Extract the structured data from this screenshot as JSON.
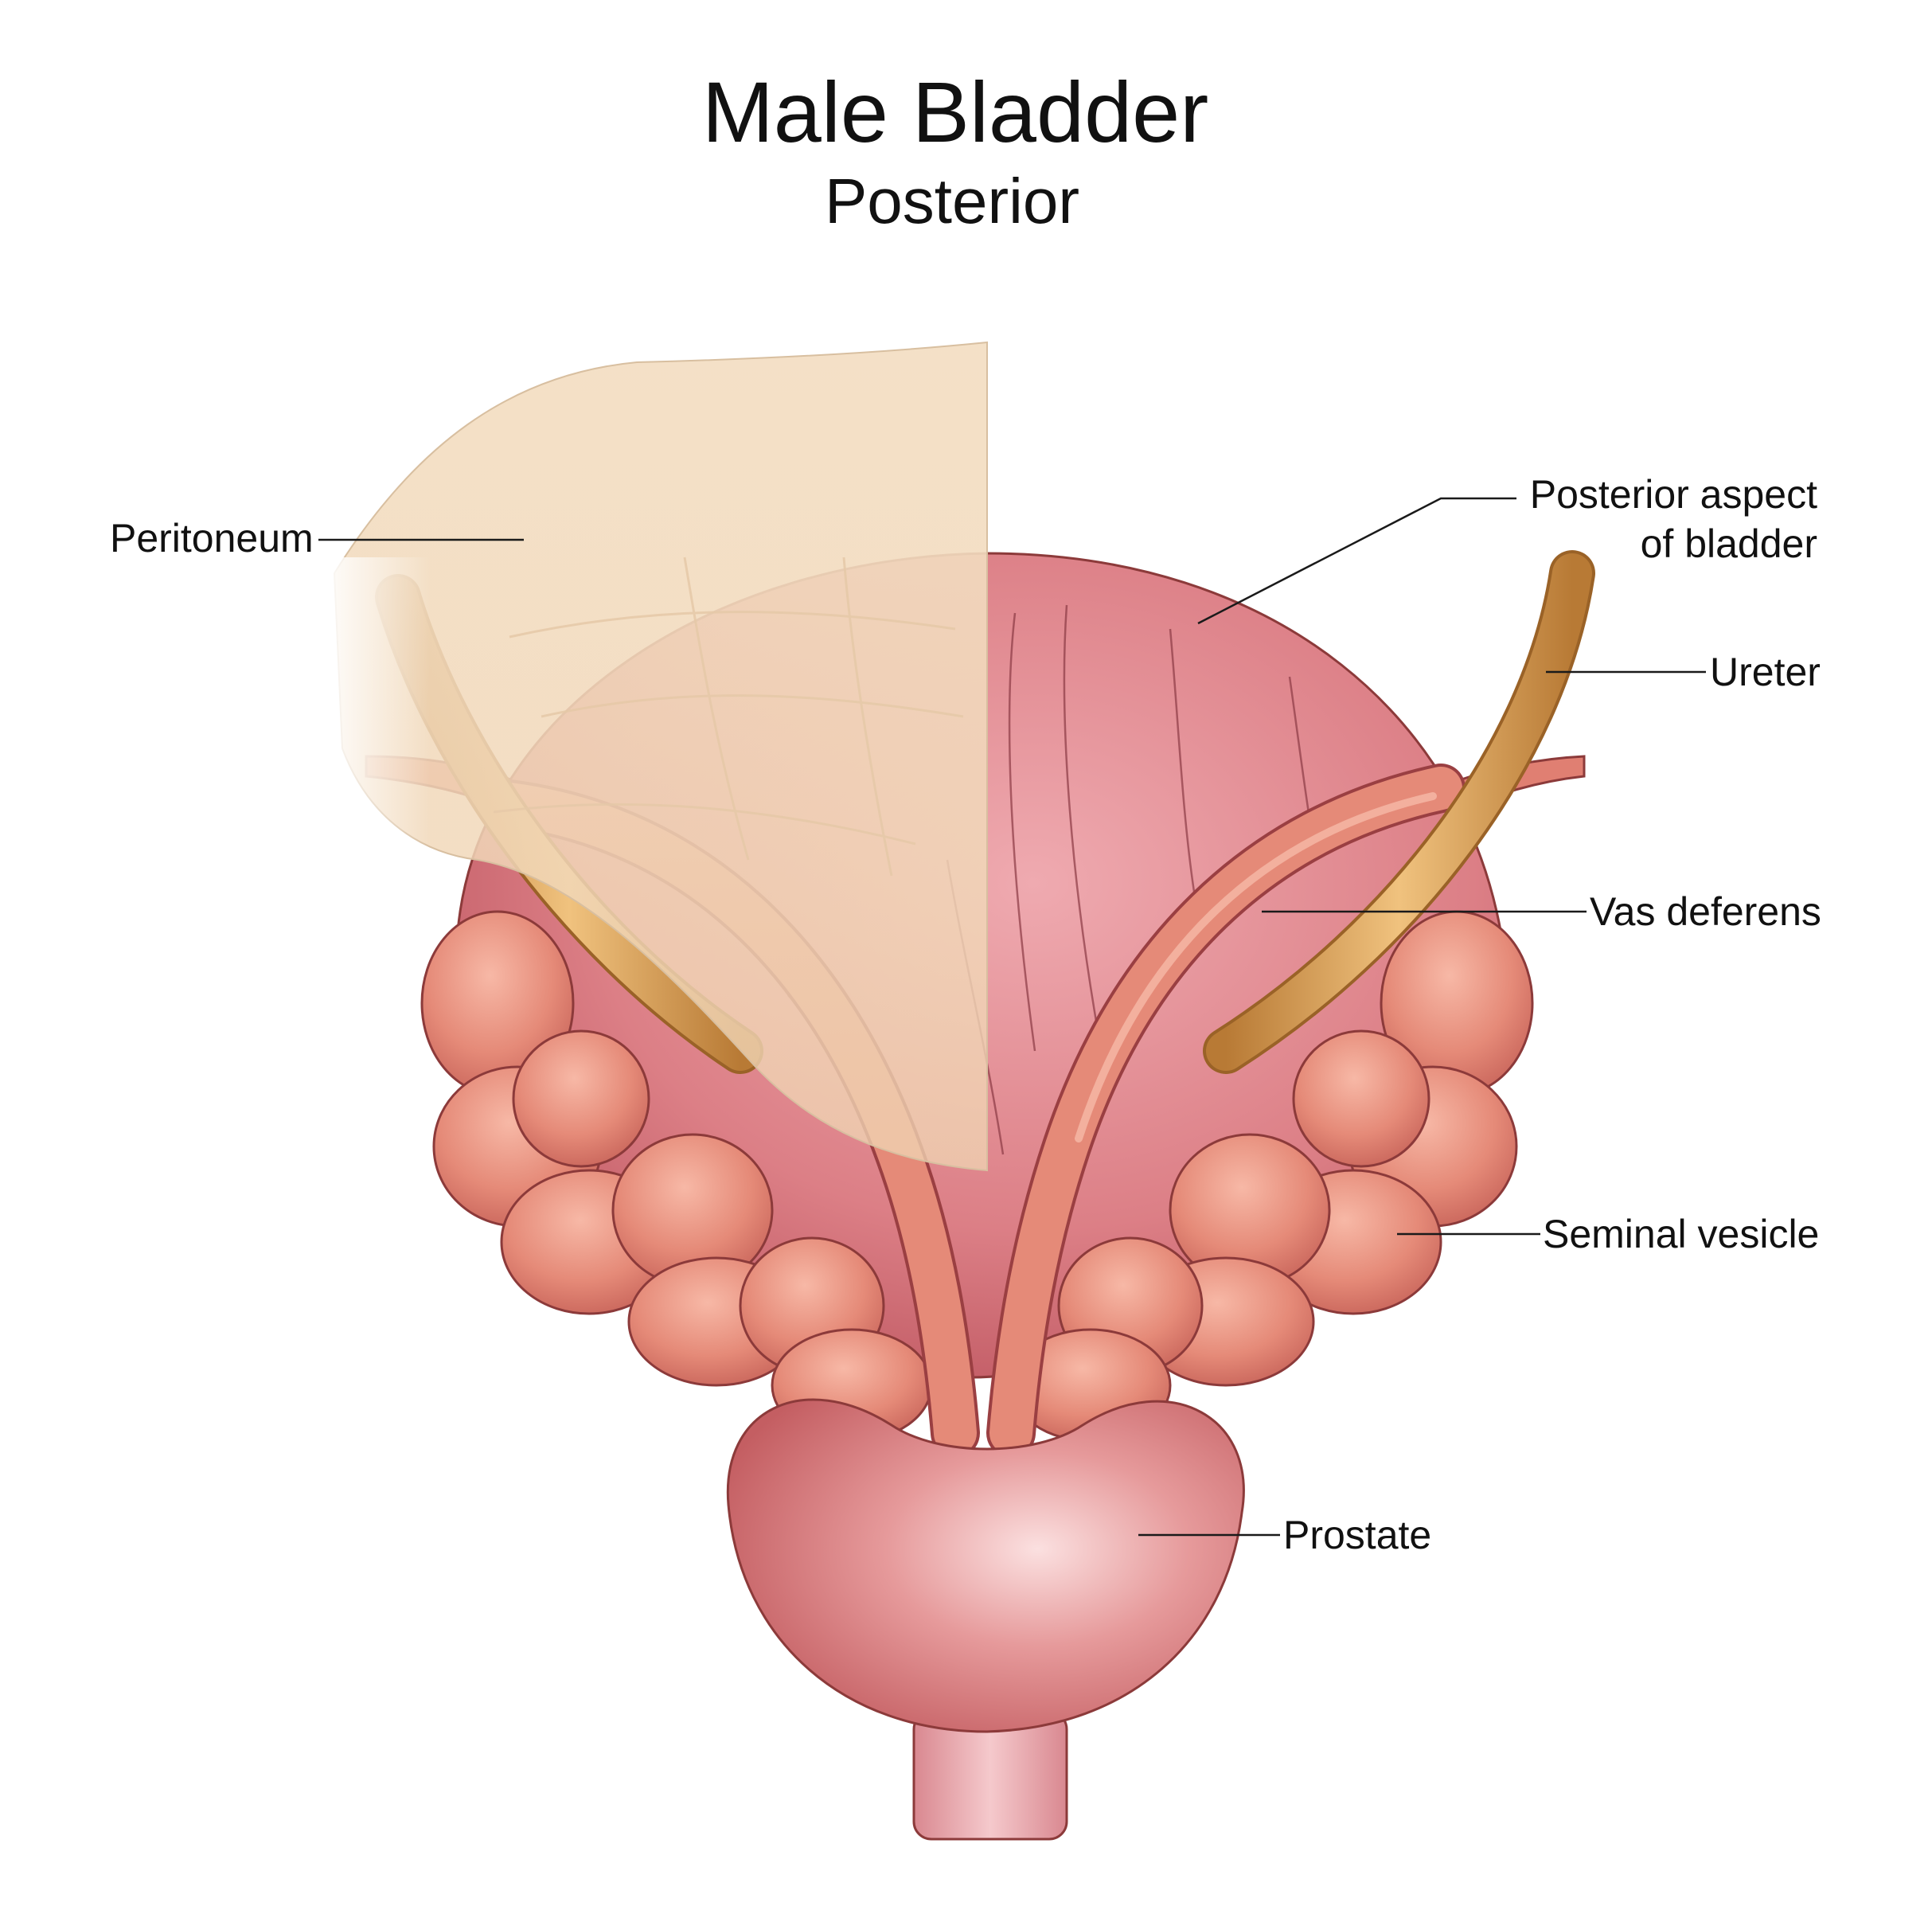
{
  "title": "Male Bladder",
  "subtitle": "Posterior",
  "labels": {
    "peritoneum": "Peritoneum",
    "posterior_aspect_line1": "Posterior aspect",
    "posterior_aspect_line2": "of bladder",
    "ureter": "Ureter",
    "vas_deferens": "Vas deferens",
    "seminal_vesicle": "Seminal vesicle",
    "prostate": "Prostate"
  },
  "colors": {
    "bladder": "#d9737a",
    "ureter": "#d9a05a",
    "vesicle": "#e58a78",
    "prostate": "#dc7b7c",
    "peritoneum": "#f1dcc0"
  }
}
